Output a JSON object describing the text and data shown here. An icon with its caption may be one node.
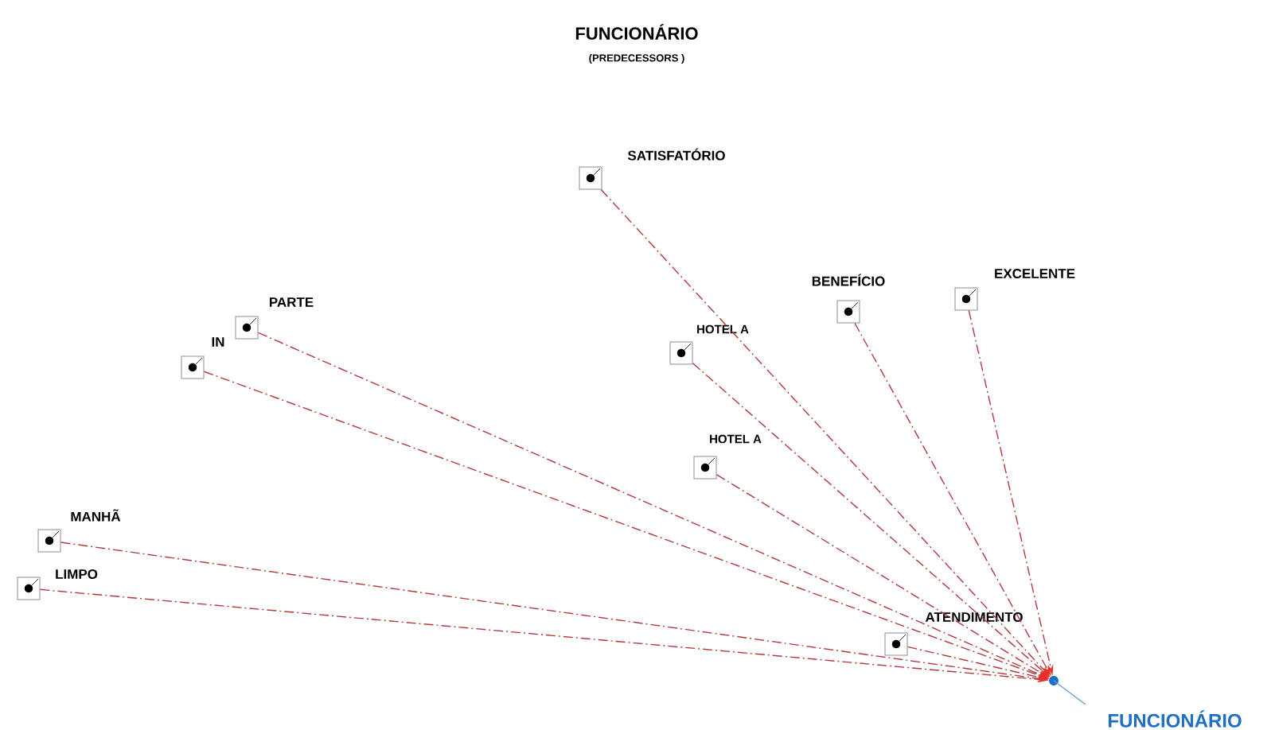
{
  "diagram": {
    "title": "FUNCIONÁRIO",
    "nodes": [
      {
        "text": [
          "SATISFATÓRIO"
        ]
      },
      {
        "text": [
          "EXCELENTE"
        ]
      },
      {
        "text": [
          "BENEFÍCIO"
        ]
      },
      {
        "text": [
          "PARTE"
        ]
      },
      {
        "text": [
          "HOTEL A"
        ]
      },
      {
        "text": [
          "IN"
        ]
      },
      {
        "text": [
          "HOTEL A"
        ]
      },
      {
        "text": [
          "MANHÃ"
        ]
      },
      {
        "text": [
          "LIMPO"
        ]
      },
      {
        "text": [
          "ATENDIMENTO"
        ]
      },
      {
        "text": [
          "FUNCIONÁRIO"
        ]
      }
    ],
    "edges": [
      {
        "from": 0,
        "to": 10,
        "arrow": "to"
      },
      {
        "from": 1,
        "to": 10,
        "arrow": "to"
      },
      {
        "from": 2,
        "to": 10,
        "arrow": "to"
      },
      {
        "from": 3,
        "to": 10,
        "arrow": "to"
      },
      {
        "from": 4,
        "to": 10,
        "arrow": "to"
      },
      {
        "from": 5,
        "to": 10,
        "arrow": "to"
      },
      {
        "from": 6,
        "to": 10,
        "arrow": "to"
      },
      {
        "from": 7,
        "to": 10,
        "arrow": "to"
      },
      {
        "from": 8,
        "to": 10,
        "arrow": "to"
      },
      {
        "from": 9,
        "to": 10,
        "arrow": "to"
      }
    ],
    "labels": [
      "(PREDECESSORS )"
    ]
  }
}
